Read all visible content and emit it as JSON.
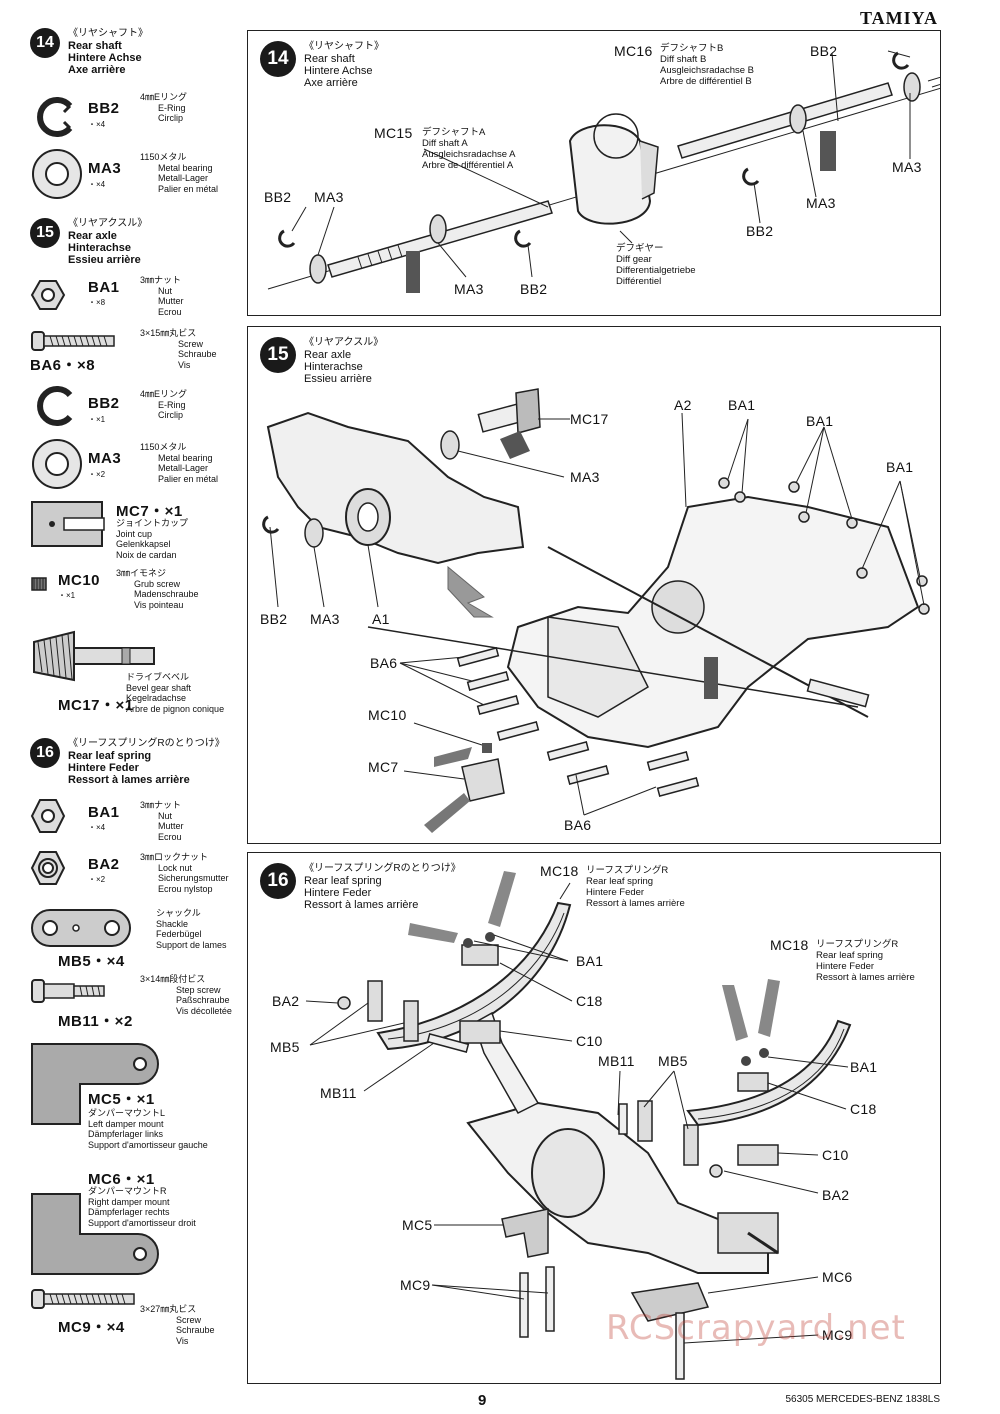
{
  "brand": "TAMIYA",
  "steps": {
    "s14": {
      "num": "14",
      "jp": "《リヤシャフト》",
      "en": "Rear shaft",
      "de": "Hintere Achse",
      "fr": "Axe arrière"
    },
    "s15": {
      "num": "15",
      "jp": "《リヤアクスル》",
      "en": "Rear axle",
      "de": "Hinterachse",
      "fr": "Essieu arrière"
    },
    "s16": {
      "num": "16",
      "jp": "《リーフスプリングRのとりつけ》",
      "en": "Rear leaf spring",
      "de": "Hintere Feder",
      "fr": "Ressort à lames arrière"
    }
  },
  "parts": {
    "bb2_a": {
      "code": "BB2",
      "qty": "・×4",
      "jp": "4㎜Eリング",
      "en": "E-Ring",
      "de": "Circlip"
    },
    "ma3_a": {
      "code": "MA3",
      "qty": "・×4",
      "jp": "1150メタル",
      "en": "Metal bearing",
      "de": "Metall-Lager",
      "fr": "Palier en métal"
    },
    "ba1_a": {
      "code": "BA1",
      "qty": "・×8",
      "jp": "3㎜ナット",
      "en": "Nut",
      "de": "Mutter",
      "fr": "Ecrou"
    },
    "ba6": {
      "code": "BA6・×8",
      "jp": "3×15㎜丸ビス",
      "en": "Screw",
      "de": "Schraube",
      "fr": "Vis"
    },
    "bb2_b": {
      "code": "BB2",
      "qty": "・×1",
      "jp": "4㎜Eリング",
      "en": "E-Ring",
      "de": "Circlip"
    },
    "ma3_b": {
      "code": "MA3",
      "qty": "・×2",
      "jp": "1150メタル",
      "en": "Metal bearing",
      "de": "Metall-Lager",
      "fr": "Palier en métal"
    },
    "mc7": {
      "code": "MC7・×1",
      "jp": "ジョイントカップ",
      "en": "Joint cup",
      "de": "Gelenkkapsel",
      "fr": "Noix de cardan"
    },
    "mc10": {
      "code": "MC10",
      "qty": "・×1",
      "jp": "3㎜イモネジ",
      "en": "Grub screw",
      "de": "Madenschraube",
      "fr": "Vis pointeau"
    },
    "mc17": {
      "code": "MC17・×1",
      "jp": "ドライブベベル",
      "en": "Bevel gear shaft",
      "de": "Kegelradachse",
      "fr": "Arbre de pignon conique"
    },
    "ba1_b": {
      "code": "BA1",
      "qty": "・×4",
      "jp": "3㎜ナット",
      "en": "Nut",
      "de": "Mutter",
      "fr": "Ecrou"
    },
    "ba2": {
      "code": "BA2",
      "qty": "・×2",
      "jp": "3㎜ロックナット",
      "en": "Lock nut",
      "de": "Sicherungsmutter",
      "fr": "Ecrou nylstop"
    },
    "mb5": {
      "code": "MB5・×4",
      "jp": "シャックル",
      "en": "Shackle",
      "de": "Federbügel",
      "fr": "Support de lames"
    },
    "mb11": {
      "code": "MB11・×2",
      "jp": "3×14㎜段付ビス",
      "en": "Step screw",
      "de": "Paßschraube",
      "fr": "Vis décolletée"
    },
    "mc5": {
      "code": "MC5・×1",
      "jp": "ダンパーマウントL",
      "en": "Left damper mount",
      "de": "Dämpferlager links",
      "fr": "Support d'amortisseur gauche"
    },
    "mc6": {
      "code": "MC6・×1",
      "jp": "ダンパーマウントR",
      "en": "Right damper mount",
      "de": "Dämpferlager rechts",
      "fr": "Support d'amortisseur droit"
    },
    "mc9": {
      "code": "MC9・×4",
      "jp": "3×27㎜丸ビス",
      "en": "Screw",
      "de": "Schraube",
      "fr": "Vis"
    }
  },
  "panel14": {
    "mc16": {
      "code": "MC16",
      "jp": "デフシャフトB",
      "en": "Diff shaft B",
      "de": "Ausgleichsradachse B",
      "fr": "Arbre de différentiel B"
    },
    "mc15": {
      "code": "MC15",
      "jp": "デフシャフトA",
      "en": "Diff shaft A",
      "de": "Ausgleichsradachse A",
      "fr": "Arbre de différentiel A"
    },
    "diff": {
      "jp": "デフギヤー",
      "en": "Diff gear",
      "de": "Differentialgetriebe",
      "fr": "Différentiel"
    },
    "labels": {
      "bb2_top": "BB2",
      "ma3_right": "MA3",
      "ma3_mid": "MA3",
      "bb2_mid": "BB2",
      "bb2_left": "BB2",
      "ma3_left": "MA3",
      "ma3_bot": "MA3",
      "bb2_bot": "BB2"
    }
  },
  "panel15": {
    "labels": {
      "mc17": "MC17",
      "ma3_top": "MA3",
      "a2": "A2",
      "ba1_a": "BA1",
      "ba1_b": "BA1",
      "ba1_c": "BA1",
      "bb2": "BB2",
      "ma3": "MA3",
      "a1": "A1",
      "ba6_top": "BA6",
      "mc10": "MC10",
      "mc7": "MC7",
      "ba6_bot": "BA6"
    }
  },
  "panel16": {
    "mc18_a": {
      "code": "MC18",
      "jp": "リーフスプリングR",
      "en": "Rear leaf spring",
      "de": "Hintere Feder",
      "fr": "Ressort à lames arrière"
    },
    "mc18_b": {
      "code": "MC18",
      "jp": "リーフスプリングR",
      "en": "Rear leaf spring",
      "de": "Hintere Feder",
      "fr": "Ressort à lames arrière"
    },
    "labels": {
      "ba1_a": "BA1",
      "c18_a": "C18",
      "ba2": "BA2",
      "c10_a": "C10",
      "mb5_a": "MB5",
      "mb11_a": "MB11",
      "mb11_b": "MB11",
      "mb5_b": "MB5",
      "ba1_b": "BA1",
      "c18_b": "C18",
      "c10_b": "C10",
      "ba2_b": "BA2",
      "mc5": "MC5",
      "mc9_a": "MC9",
      "mc6": "MC6",
      "mc9_b": "MC9"
    }
  },
  "footer": {
    "page": "9",
    "model": "56305 MERCEDES-BENZ 1838LS"
  },
  "watermark": "RCScrapyard.net"
}
